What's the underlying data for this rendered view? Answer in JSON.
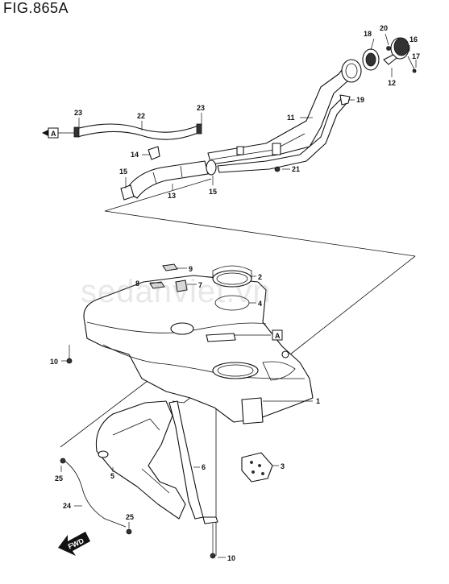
{
  "figure": {
    "title": "FIG.865A"
  },
  "watermark": "sedanviet.vn",
  "callouts": {
    "c1": "1",
    "c2": "2",
    "c3": "3",
    "c4": "4",
    "c5": "5",
    "c6": "6",
    "c7": "7",
    "c8": "8",
    "c9": "9",
    "c10a": "10",
    "c10b": "10",
    "c11": "11",
    "c12": "12",
    "c13": "13",
    "c14": "14",
    "c15a": "15",
    "c15b": "15",
    "c16": "16",
    "c17": "17",
    "c18": "18",
    "c19": "19",
    "c20": "20",
    "c21": "21",
    "c22": "22",
    "c23a": "23",
    "c23b": "23",
    "c24": "24",
    "c25a": "25",
    "c25b": "25"
  },
  "ref_markers": {
    "top_left": "A",
    "tank_right": "A"
  },
  "forward_arrow": "FWD"
}
